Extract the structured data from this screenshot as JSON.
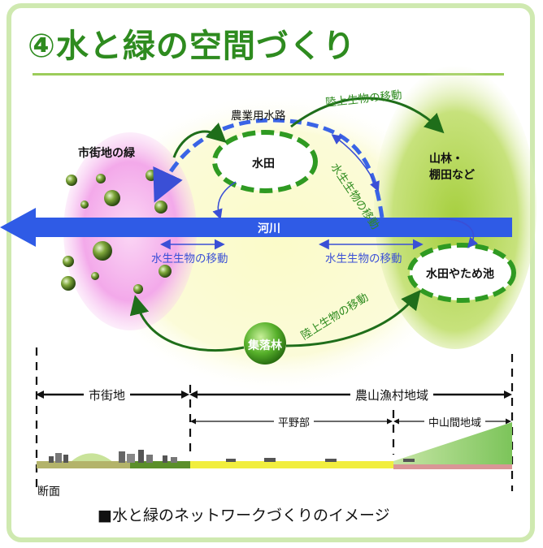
{
  "title": "④水と緑の空間づくり",
  "nodes": {
    "urban_green": "市街地の緑",
    "paddy": "水田",
    "mountain_forest": "山林・\n棚田など",
    "pond": "水田やため池",
    "village_forest": "集落林",
    "river": "河川"
  },
  "links": {
    "irrigation_canal": "農業用水路",
    "land_creature_move": "陸上生物の移動",
    "aquatic_creature_move": "水生生物の移動"
  },
  "section": {
    "urban": "市街地",
    "rural": "農山漁村地域",
    "plain": "平野部",
    "hilly": "中山間地域",
    "cross_section_label": "断面"
  },
  "caption": "■水と緑のネットワークづくりのイメージ",
  "colors": {
    "title_green": "#2e8b1f",
    "river_blue": "#2f5be6",
    "aquatic_arrow_blue": "#3a4fd6",
    "land_arrow_green": "#1f6e1a",
    "urban_pink": "#f2a6e8",
    "rural_green": "#b6d85a",
    "plain_yellow": "#f4f078"
  }
}
